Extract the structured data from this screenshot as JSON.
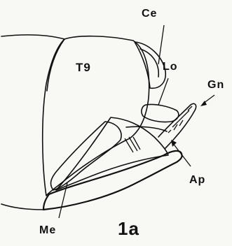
{
  "figure_label": "1a",
  "labels": {
    "ce": "Ce",
    "lo": "Lo",
    "gn": "Gn",
    "t9": "T9",
    "ap": "Ap",
    "me": "Me"
  },
  "colors": {
    "background": "#f8f8f4",
    "ink": "#111111"
  }
}
